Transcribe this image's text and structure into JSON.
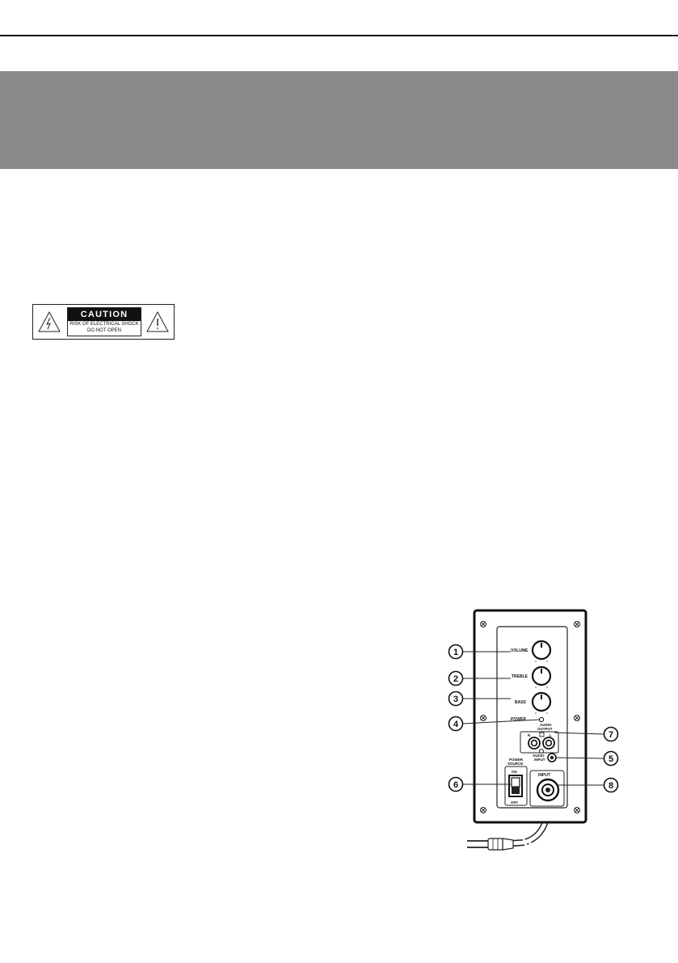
{
  "caution": {
    "title": "CAUTION",
    "line1": "RISK OF ELECTRICAL SHOCK",
    "line2": "DO NOT OPEN",
    "icons": [
      "lightning-warning-icon",
      "exclamation-warning-icon"
    ]
  },
  "rear_panel": {
    "labels": {
      "volume": "VOLUME",
      "treble": "TREBLE",
      "bass": "BASS",
      "power": "POWER",
      "audio_output_line1": "AUDIO",
      "audio_output_line2": "OUTPUT",
      "r": "R",
      "l": "L",
      "audio_input_line1": "AUDIO",
      "audio_input_line2": "INPUT",
      "power_source_line1": "POWER",
      "power_source_line2": "SOURCE",
      "on": "ON",
      "off": "OFF",
      "input": "INPUT"
    },
    "callouts": [
      "1",
      "2",
      "3",
      "4",
      "7",
      "5",
      "6",
      "8"
    ]
  }
}
